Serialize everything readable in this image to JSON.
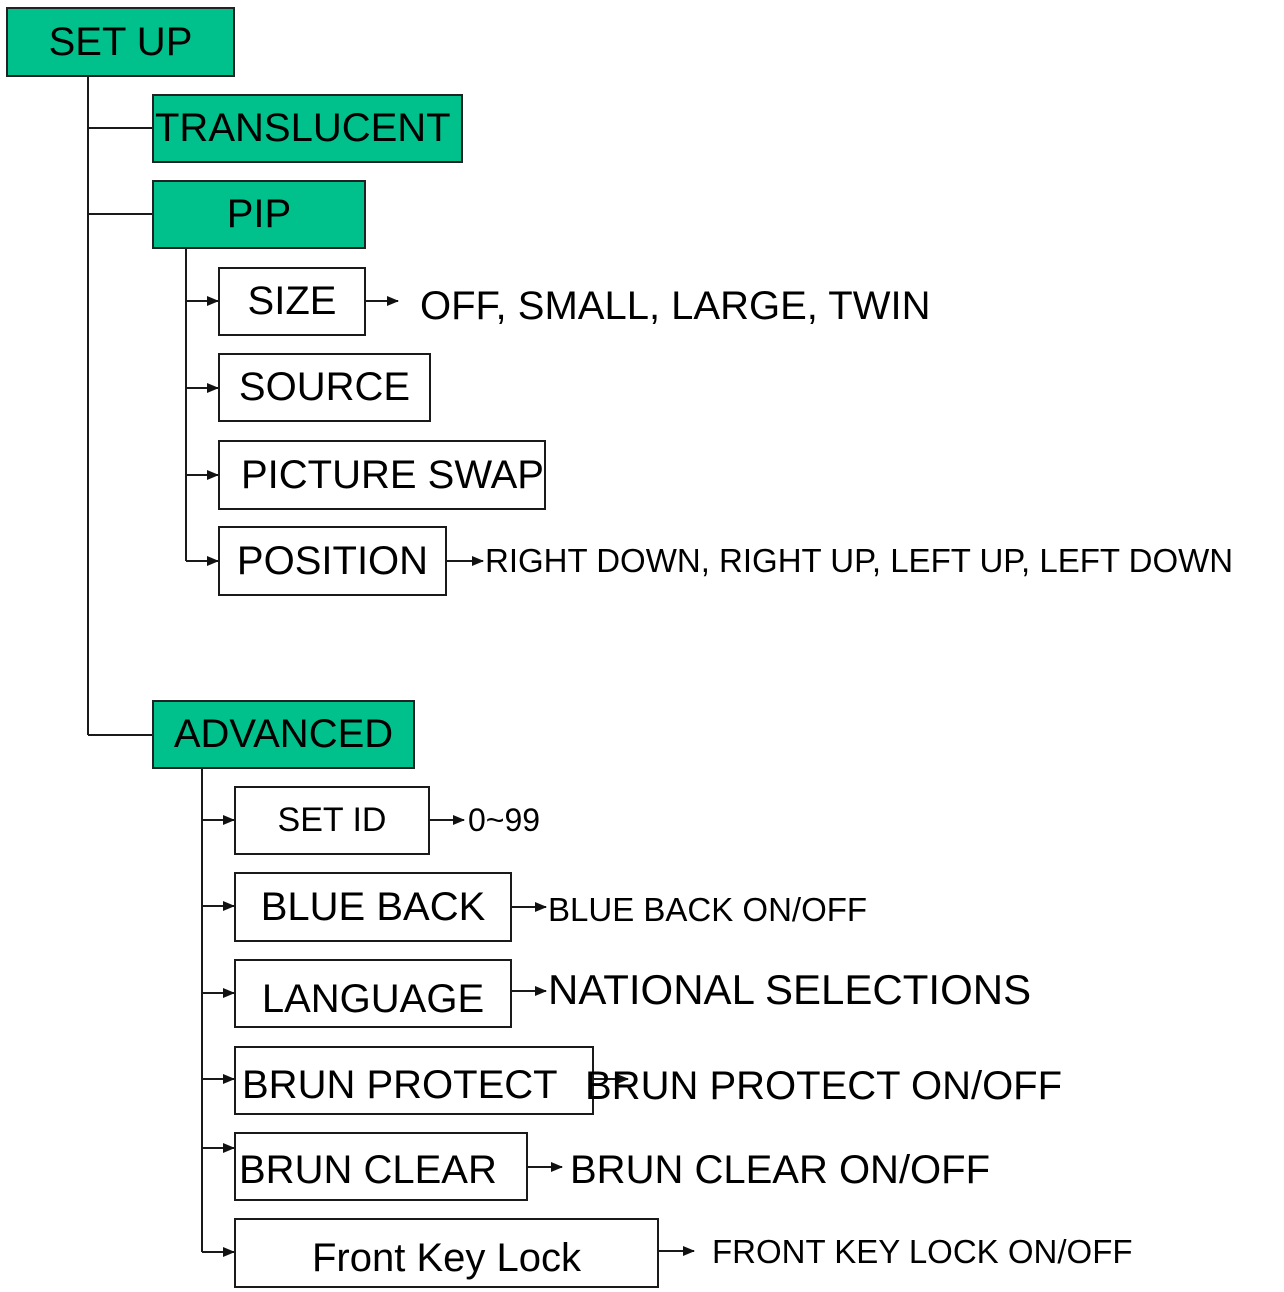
{
  "colors": {
    "section_fill": "#00c08b",
    "line": "#1a1a1a"
  },
  "root": {
    "label": "SET UP"
  },
  "translucent": {
    "label": "TRANSLUCENT"
  },
  "pip": {
    "label": "PIP",
    "items": [
      {
        "label": "SIZE",
        "value": "OFF, SMALL, LARGE, TWIN"
      },
      {
        "label": "SOURCE"
      },
      {
        "label": "PICTURE SWAP"
      },
      {
        "label": "POSITION",
        "value": "RIGHT DOWN, RIGHT UP, LEFT UP, LEFT DOWN"
      }
    ]
  },
  "advanced": {
    "label": "ADVANCED",
    "items": [
      {
        "label": "SET ID",
        "value": "0~99"
      },
      {
        "label": "BLUE BACK",
        "value": "BLUE BACK ON/OFF"
      },
      {
        "label": "LANGUAGE",
        "value": "NATIONAL SELECTIONS"
      },
      {
        "label": "BRUN PROTECT",
        "value": "BRUN PROTECT ON/OFF"
      },
      {
        "label": "BRUN CLEAR",
        "value": "BRUN CLEAR ON/OFF"
      },
      {
        "label": "Front Key Lock",
        "value": "FRONT KEY LOCK ON/OFF"
      }
    ]
  }
}
